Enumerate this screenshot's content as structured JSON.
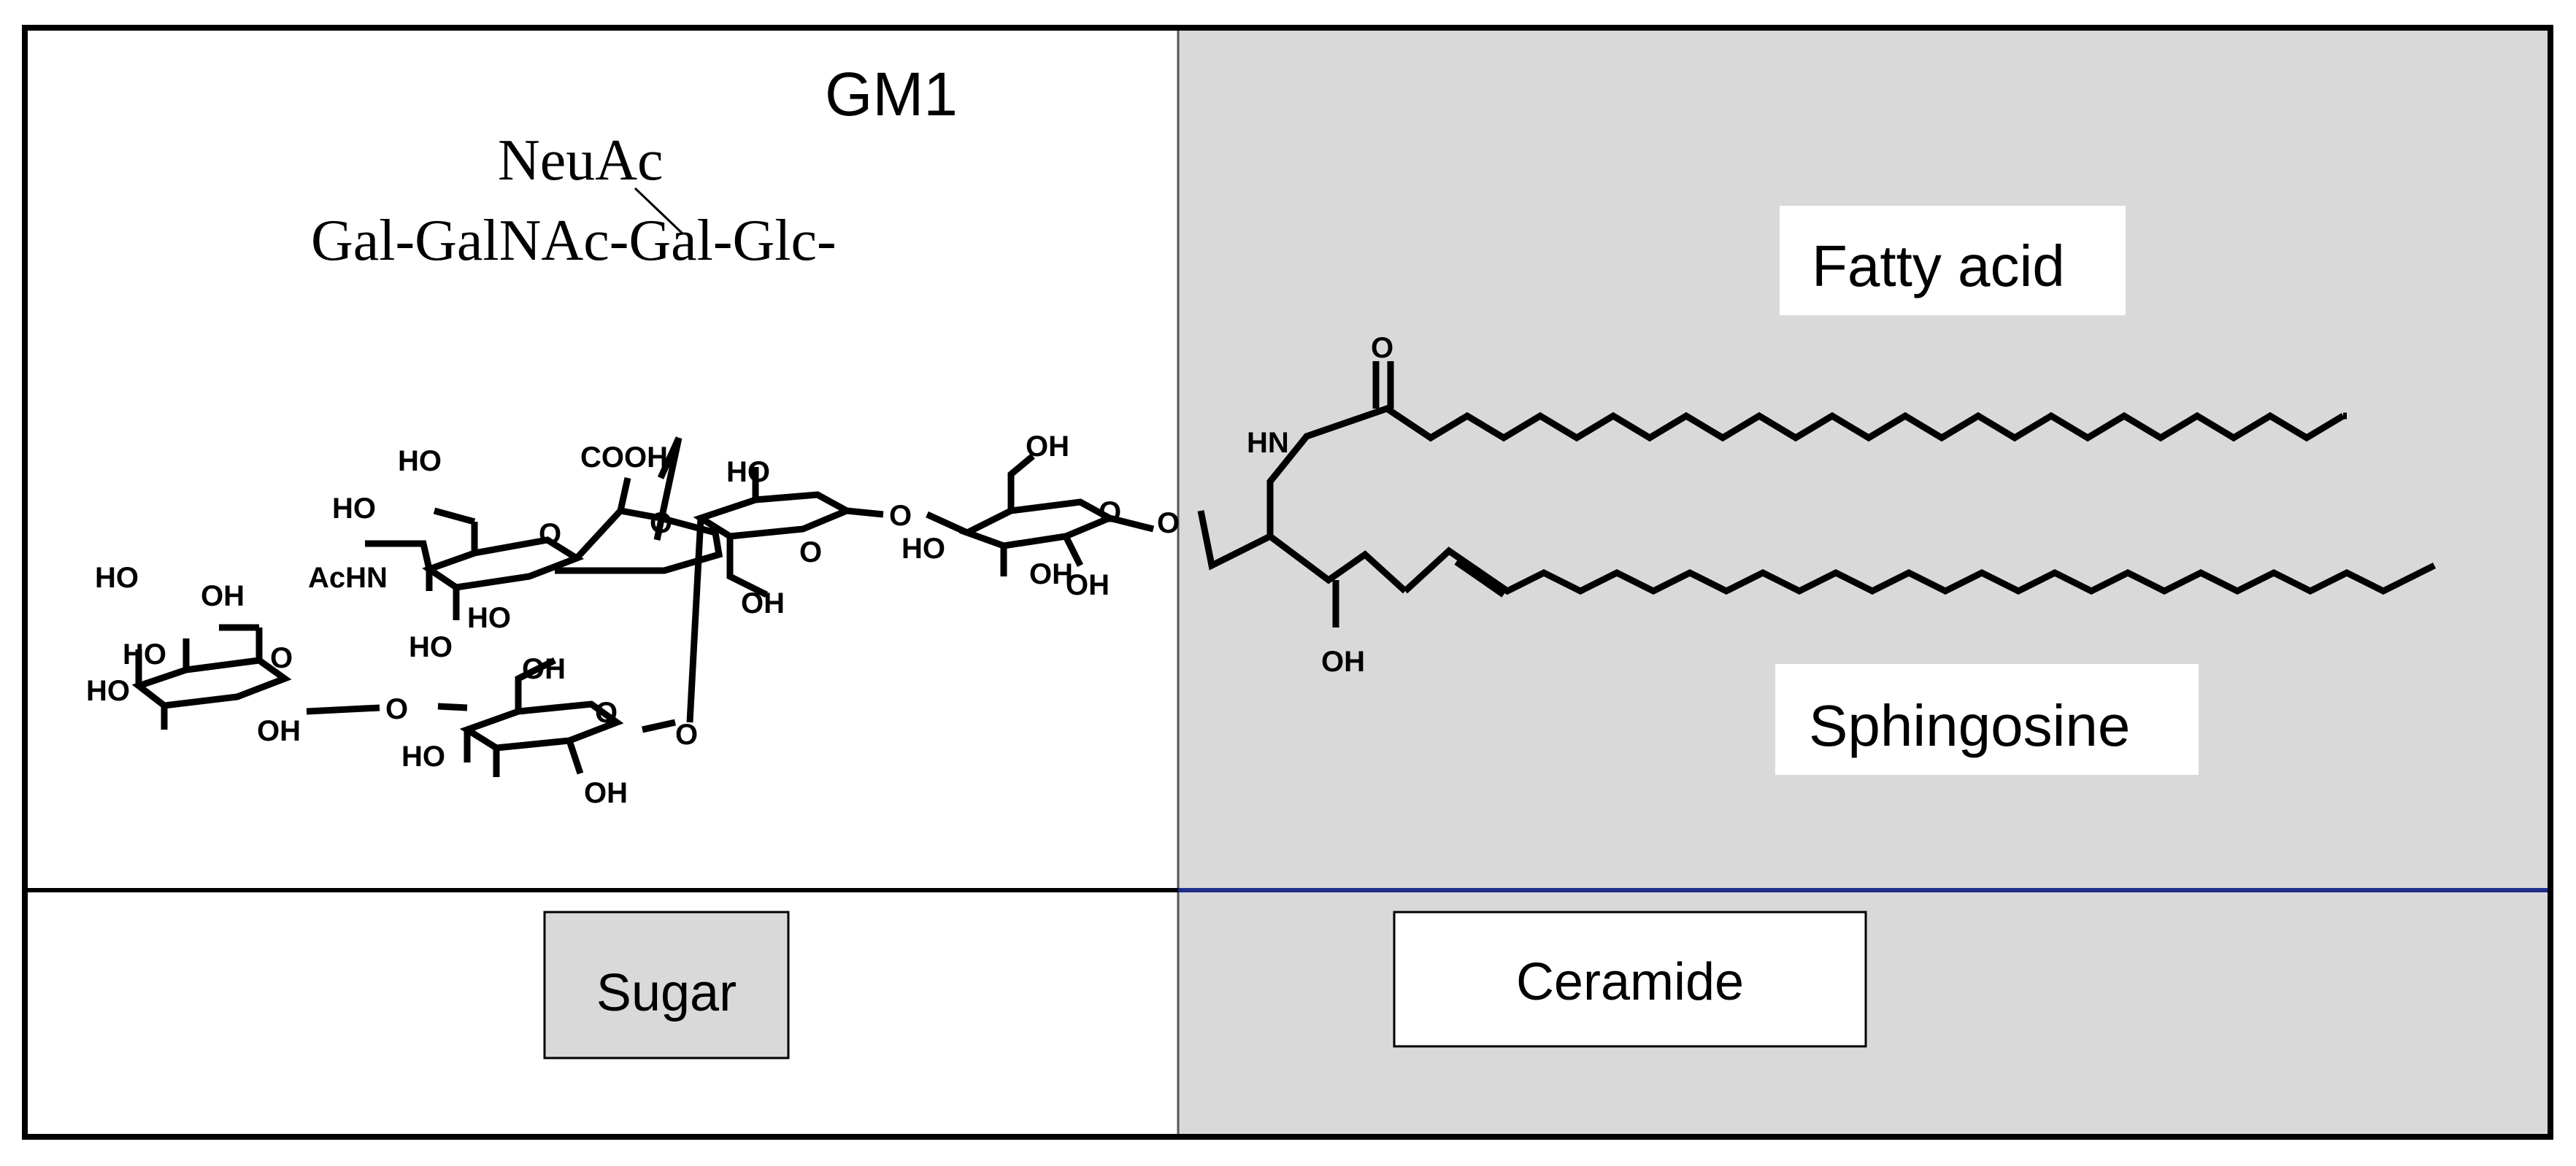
{
  "diagram": {
    "title": "GM1",
    "notation": {
      "branch": "NeuAc",
      "chain": "Gal-GalNAc-Gal-Glc-"
    },
    "region_labels": {
      "fatty_acid": "Fatty acid",
      "sphingosine": "Sphingosine",
      "sugar": "Sugar",
      "ceramide": "Ceramide"
    },
    "atom_labels": {
      "ho": "HO",
      "oh": "OH",
      "o": "O",
      "cooh": "COOH",
      "achn": "AcHN",
      "hn": "HN"
    },
    "colors": {
      "ceramide_panel": "#d9d9d9",
      "sugar_panel": "#ffffff",
      "divider_blue": "#1f2f8a",
      "sugar_box_fill": "#d9d9d9",
      "ink": "#000000"
    }
  }
}
